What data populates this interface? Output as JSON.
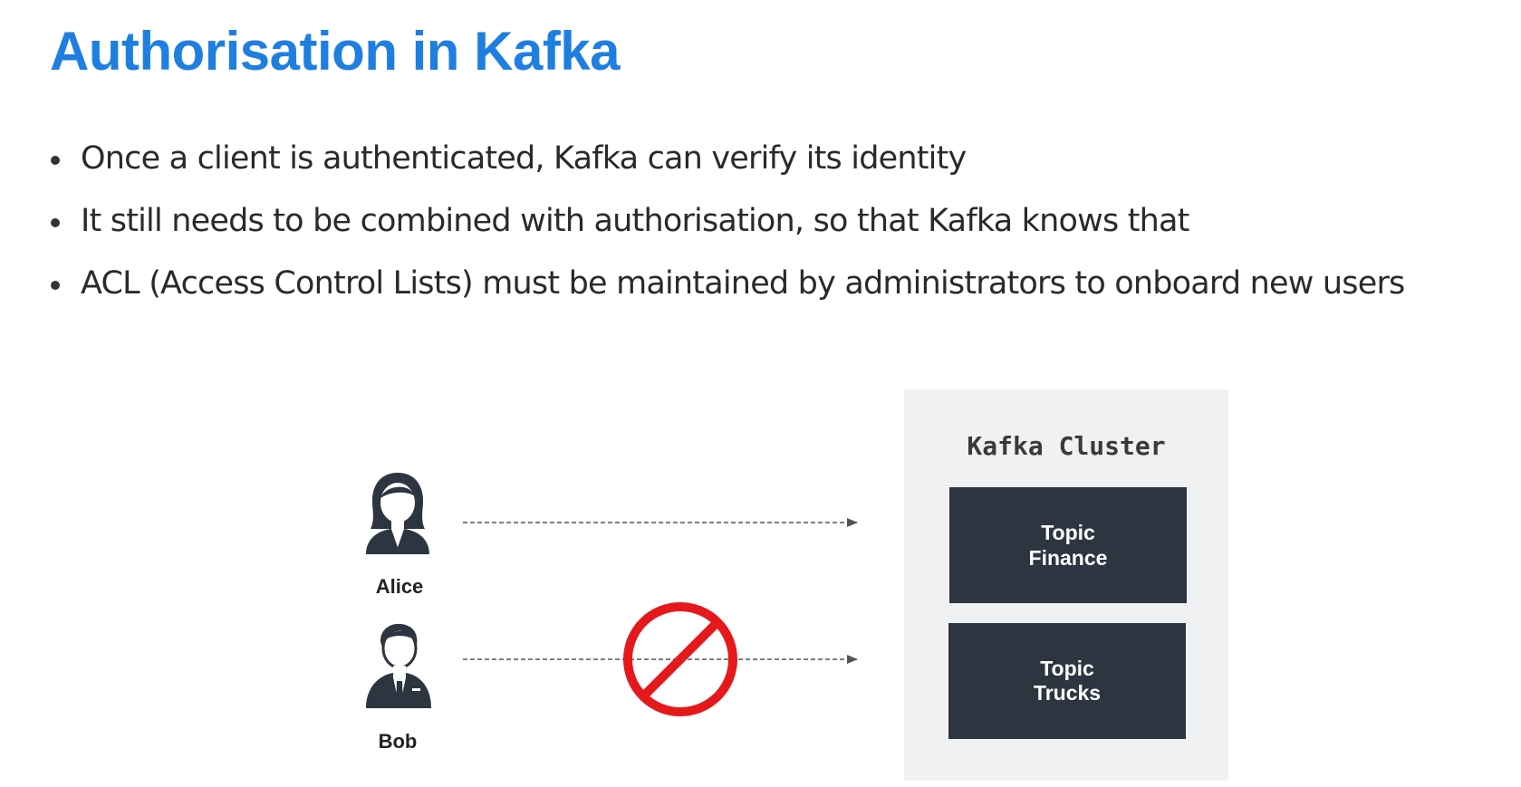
{
  "slide": {
    "title": "Authorisation in Kafka",
    "bullets": [
      "Once a client is authenticated, Kafka can verify its identity",
      "It still needs to be combined with authorisation, so that Kafka knows that",
      "ACL (Access Control Lists) must be maintained by administrators to onboard new users"
    ]
  },
  "diagram": {
    "cluster_label": "Kafka Cluster",
    "topics": [
      {
        "line1": "Topic",
        "line2": "Finance"
      },
      {
        "line1": "Topic",
        "line2": "Trucks"
      }
    ],
    "users": [
      {
        "name": "Alice",
        "icon": "businesswoman-icon",
        "access": "allowed"
      },
      {
        "name": "Bob",
        "icon": "businessman-icon",
        "access": "denied"
      }
    ],
    "denied_icon": "prohibited-icon"
  },
  "colors": {
    "title": "#1f7fe0",
    "text": "#2a2a2a",
    "cluster_bg": "#f0f1f2",
    "topic_box": "#2d3640",
    "topic_text": "#ffffff",
    "user_icon": "#2d3640",
    "arrow": "#555555",
    "prohibited": "#e5191c"
  }
}
